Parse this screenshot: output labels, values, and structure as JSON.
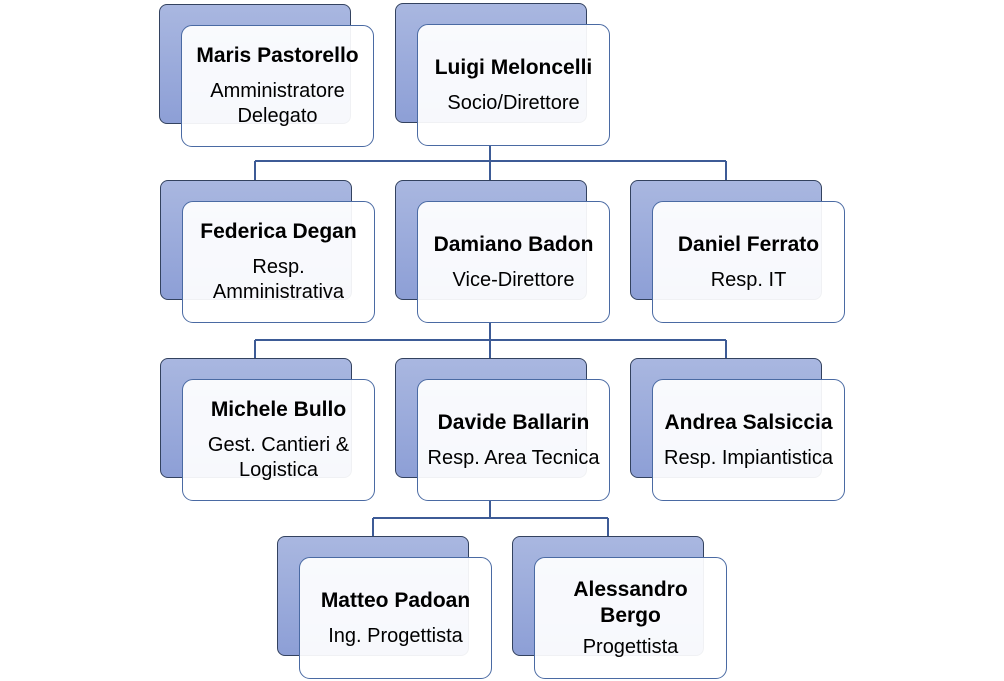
{
  "org_chart": {
    "nodes": [
      {
        "id": "maris-pastorello",
        "name": "Maris Pastorello",
        "role": "Amministratore Delegato"
      },
      {
        "id": "luigi-meloncelli",
        "name": "Luigi Meloncelli",
        "role": "Socio/Direttore"
      },
      {
        "id": "federica-degan",
        "name": "Federica Degan",
        "role": "Resp. Amministrativa"
      },
      {
        "id": "damiano-badon",
        "name": "Damiano Badon",
        "role": "Vice-Direttore"
      },
      {
        "id": "daniel-ferrato",
        "name": "Daniel Ferrato",
        "role": "Resp. IT"
      },
      {
        "id": "michele-bullo",
        "name": "Michele Bullo",
        "role": "Gest. Cantieri & Logistica"
      },
      {
        "id": "davide-ballarin",
        "name": "Davide Ballarin",
        "role": "Resp. Area Tecnica"
      },
      {
        "id": "andrea-salsiccia",
        "name": "Andrea Salsiccia",
        "role": "Resp. Impiantistica"
      },
      {
        "id": "matteo-padoan",
        "name": "Matteo Padoan",
        "role": "Ing. Progettista"
      },
      {
        "id": "alessandro-bergo",
        "name": "Alessandro Bergo",
        "role": "Progettista"
      }
    ],
    "edges": [
      {
        "from": "luigi-meloncelli",
        "to": "federica-degan"
      },
      {
        "from": "luigi-meloncelli",
        "to": "damiano-badon"
      },
      {
        "from": "luigi-meloncelli",
        "to": "daniel-ferrato"
      },
      {
        "from": "damiano-badon",
        "to": "michele-bullo"
      },
      {
        "from": "damiano-badon",
        "to": "davide-ballarin"
      },
      {
        "from": "damiano-badon",
        "to": "andrea-salsiccia"
      },
      {
        "from": "davide-ballarin",
        "to": "matteo-padoan"
      },
      {
        "from": "davide-ballarin",
        "to": "alessandro-bergo"
      }
    ]
  }
}
